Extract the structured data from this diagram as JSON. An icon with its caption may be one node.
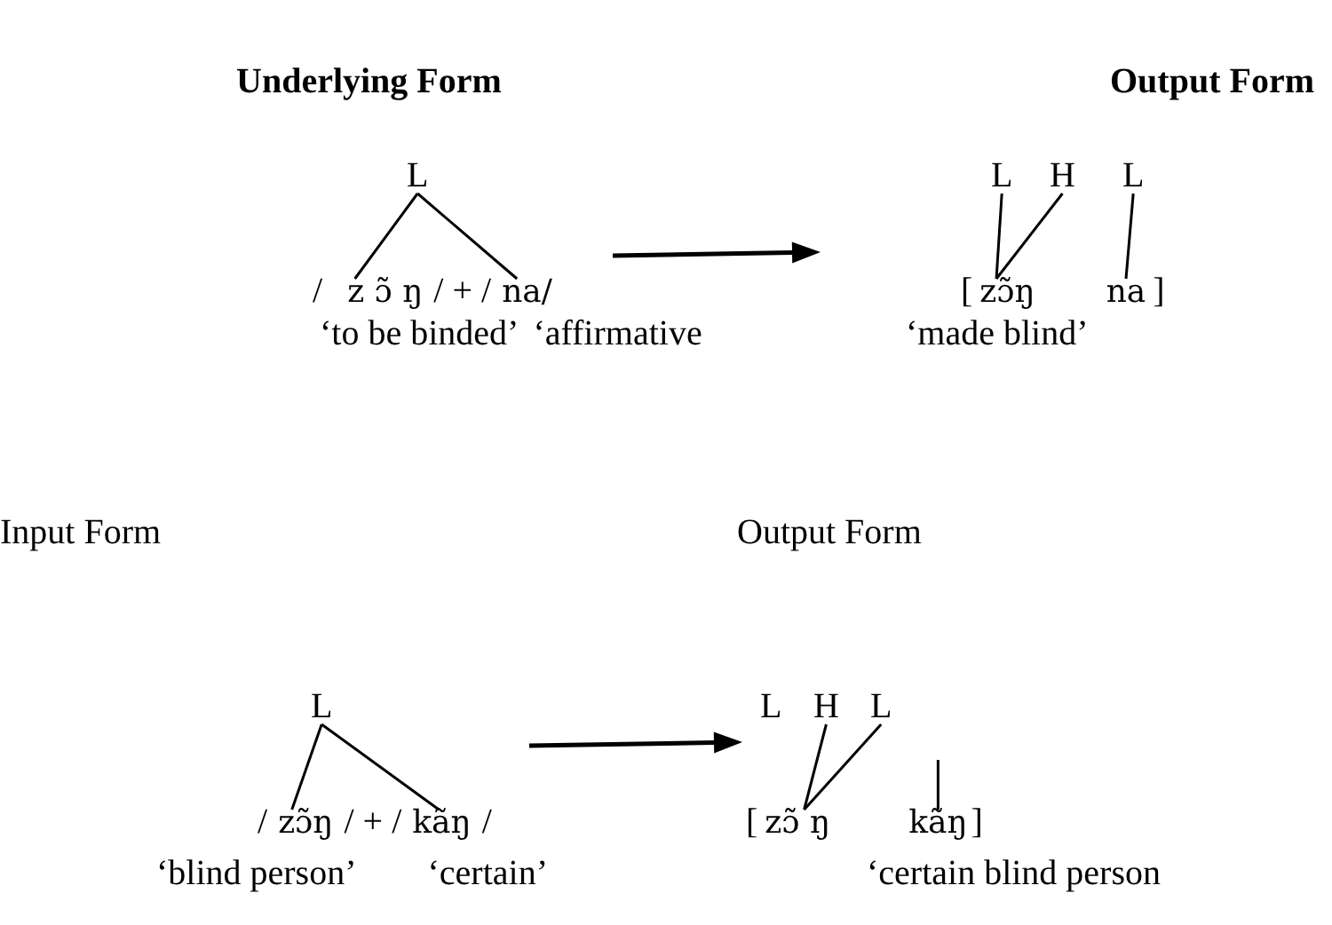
{
  "diagram": {
    "nodes": [
      {
        "text": [
          "L"
        ]
      },
      {
        "text": [
          "z ɔ̃ ŋ"
        ]
      },
      {
        "text": [
          "na/"
        ]
      },
      {
        "text": [
          "L"
        ]
      },
      {
        "text": [
          "H"
        ]
      },
      {
        "text": [
          "L"
        ]
      },
      {
        "text": [
          "zɔ̃ŋ"
        ]
      },
      {
        "text": [
          "na"
        ]
      },
      {
        "text": [
          "L"
        ]
      },
      {
        "text": [
          "zɔ̃ŋ"
        ]
      },
      {
        "text": [
          "kãŋ"
        ]
      },
      {
        "text": [
          "L"
        ]
      },
      {
        "text": [
          "H"
        ]
      },
      {
        "text": [
          "L"
        ]
      },
      {
        "text": [
          "zɔ̃ ŋ"
        ]
      },
      {
        "text": [
          "kãŋ"
        ]
      }
    ],
    "edges": [
      {
        "from": 0,
        "to": 1,
        "arrow": "none"
      },
      {
        "from": 0,
        "to": 2,
        "arrow": "none"
      },
      {
        "from": 3,
        "to": 6,
        "arrow": "none"
      },
      {
        "from": 4,
        "to": 6,
        "arrow": "none"
      },
      {
        "from": 5,
        "to": 7,
        "arrow": "none"
      },
      {
        "from": 8,
        "to": 9,
        "arrow": "none"
      },
      {
        "from": 8,
        "to": 10,
        "arrow": "none"
      },
      {
        "from": 12,
        "to": 14,
        "arrow": "none"
      },
      {
        "from": 13,
        "to": 14,
        "arrow": "none"
      },
      {
        "from": null,
        "to": 15,
        "arrow": "none"
      }
    ],
    "labels": [
      "Underlying Form",
      "Output Form",
      "/",
      "/ + /",
      "‘to be binded’",
      "‘affirmative",
      "[",
      "]",
      "‘made blind’",
      "Input Form",
      "Output Form",
      "/",
      "/ + /",
      "/",
      "[",
      "]",
      "‘blind person’",
      "‘certain’",
      "‘certain blind person"
    ]
  }
}
